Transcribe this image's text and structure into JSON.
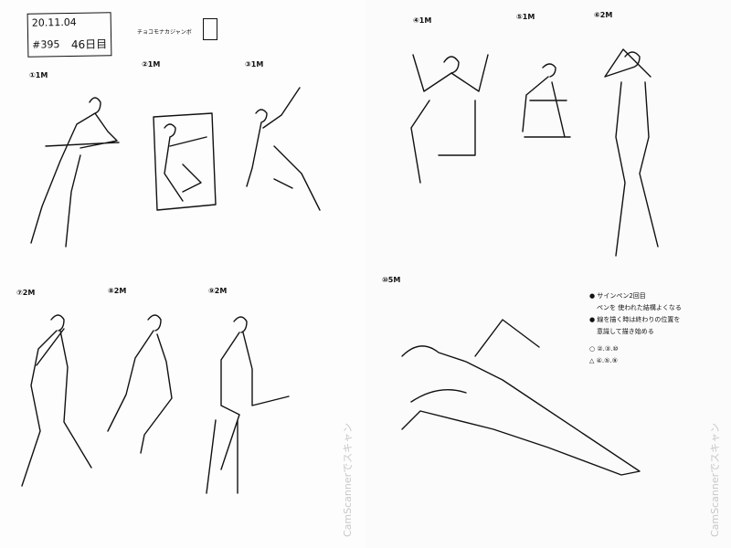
{
  "header": {
    "date": "20.11.04",
    "number": "#395",
    "count": "46日目",
    "snack": "チョコモナカジャンボ"
  },
  "poses": [
    {
      "label": "①1M"
    },
    {
      "label": "②1M"
    },
    {
      "label": "③1M"
    },
    {
      "label": "④1M"
    },
    {
      "label": "⑤1M"
    },
    {
      "label": "⑥2M"
    },
    {
      "label": "⑦2M"
    },
    {
      "label": "⑧2M"
    },
    {
      "label": "⑨2M"
    },
    {
      "label": "⑩5M"
    }
  ],
  "notes": {
    "line1": "● サインペン2回目",
    "line2": "ペンを 使われた結構よくなる",
    "line3": "● 線を描く時は終わりの位置を",
    "line4": "意識して描き始める",
    "good": "○ ②.③.⑩",
    "fair": "△ ④.⑤.⑨"
  },
  "watermark": "CamScannerでスキャン"
}
